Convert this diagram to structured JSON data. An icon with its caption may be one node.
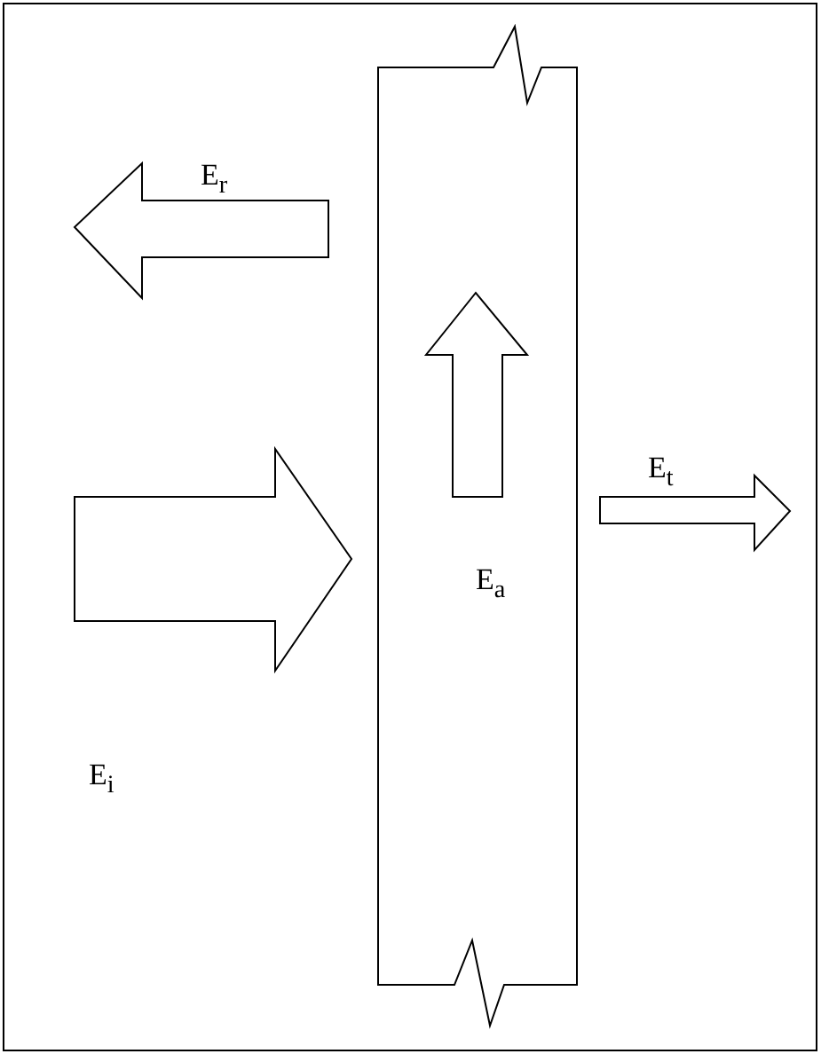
{
  "diagram": {
    "labels": [
      "E$_{r}$",
      "E$_{t}$",
      "E$_{a}$",
      "E$_{i}$"
    ]
  }
}
